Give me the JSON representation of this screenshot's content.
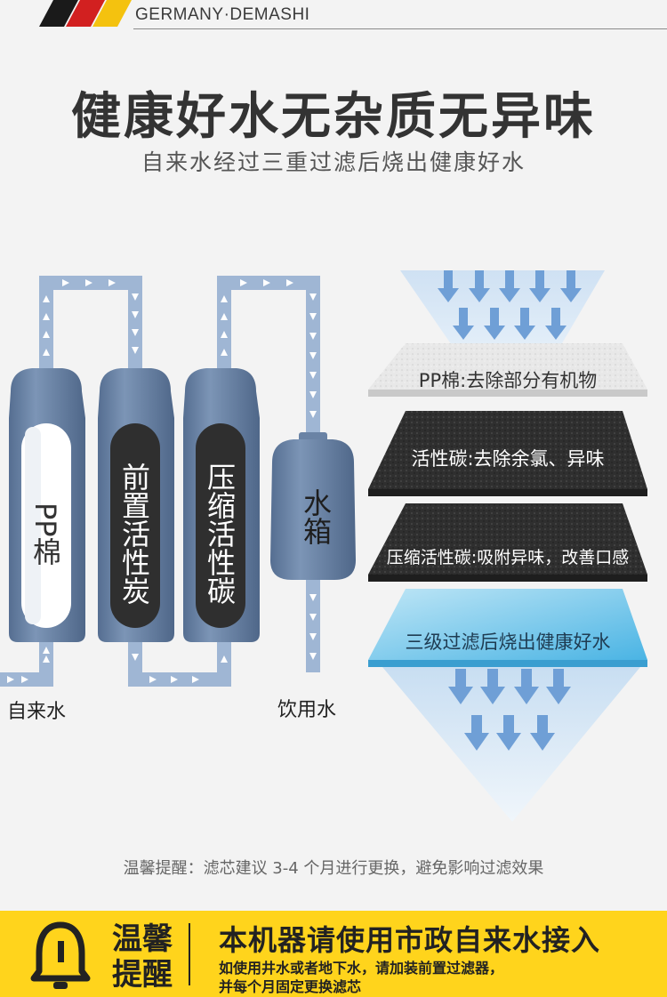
{
  "brand": "GERMANY·DEMASHI",
  "title": "健康好水无杂质无异味",
  "subtitle": "自来水经过三重过滤后烧出健康好水",
  "filters": [
    {
      "label": "PP棉"
    },
    {
      "label": "前置活性炭"
    },
    {
      "label": "压缩活性碳"
    }
  ],
  "tank": {
    "label": "水箱"
  },
  "inlet_label": "自来水",
  "outlet_label": "饮用水",
  "layers": [
    {
      "label": "PP棉:去除部分有机物"
    },
    {
      "label": "活性碳:去除余氯、异味"
    },
    {
      "label": "压缩活性碳:吸附异味，改善口感"
    },
    {
      "label": "三级过滤后烧出健康好水"
    }
  ],
  "note": "温馨提醒：滤芯建议 3-4 个月进行更换，避免影响过滤效果",
  "footer": {
    "label_line1": "温馨",
    "label_line2": "提醒",
    "headline": "本机器请使用市政自来水接入",
    "line1": "如使用井水或者地下水，请加装前置过滤器，",
    "line2": "并每个月固定更换滤芯"
  },
  "colors": {
    "filter_body": "#6a83a5",
    "pipe": "#9fb6d4",
    "arrow": "#ffffff",
    "flow_arrow": "#6f9fd6",
    "footer_bg": "#ffd41c"
  }
}
